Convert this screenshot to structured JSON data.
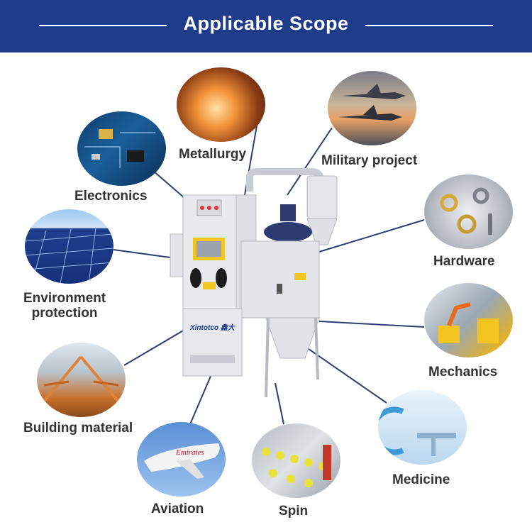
{
  "header": {
    "title": "Applicable Scope"
  },
  "brand": {
    "logo_text": "Xintotco 鑫大"
  },
  "colors": {
    "banner": "#1f3c8a",
    "connector": "#2b3f73",
    "machine": "#e8eaee",
    "text": "#333333"
  },
  "categories": [
    {
      "key": "metallurgy",
      "label": "Metallurgy"
    },
    {
      "key": "military",
      "label": "Military project"
    },
    {
      "key": "electronics",
      "label": "Electronics"
    },
    {
      "key": "hardware",
      "label": "Hardware"
    },
    {
      "key": "environment",
      "label": "Environment\nprotection"
    },
    {
      "key": "mechanics",
      "label": "Mechanics"
    },
    {
      "key": "building",
      "label": "Building material"
    },
    {
      "key": "aviation",
      "label": "Aviation"
    },
    {
      "key": "spin",
      "label": "Spin"
    },
    {
      "key": "medicine",
      "label": "Medicine"
    }
  ],
  "aviation_livery": "Emirates"
}
